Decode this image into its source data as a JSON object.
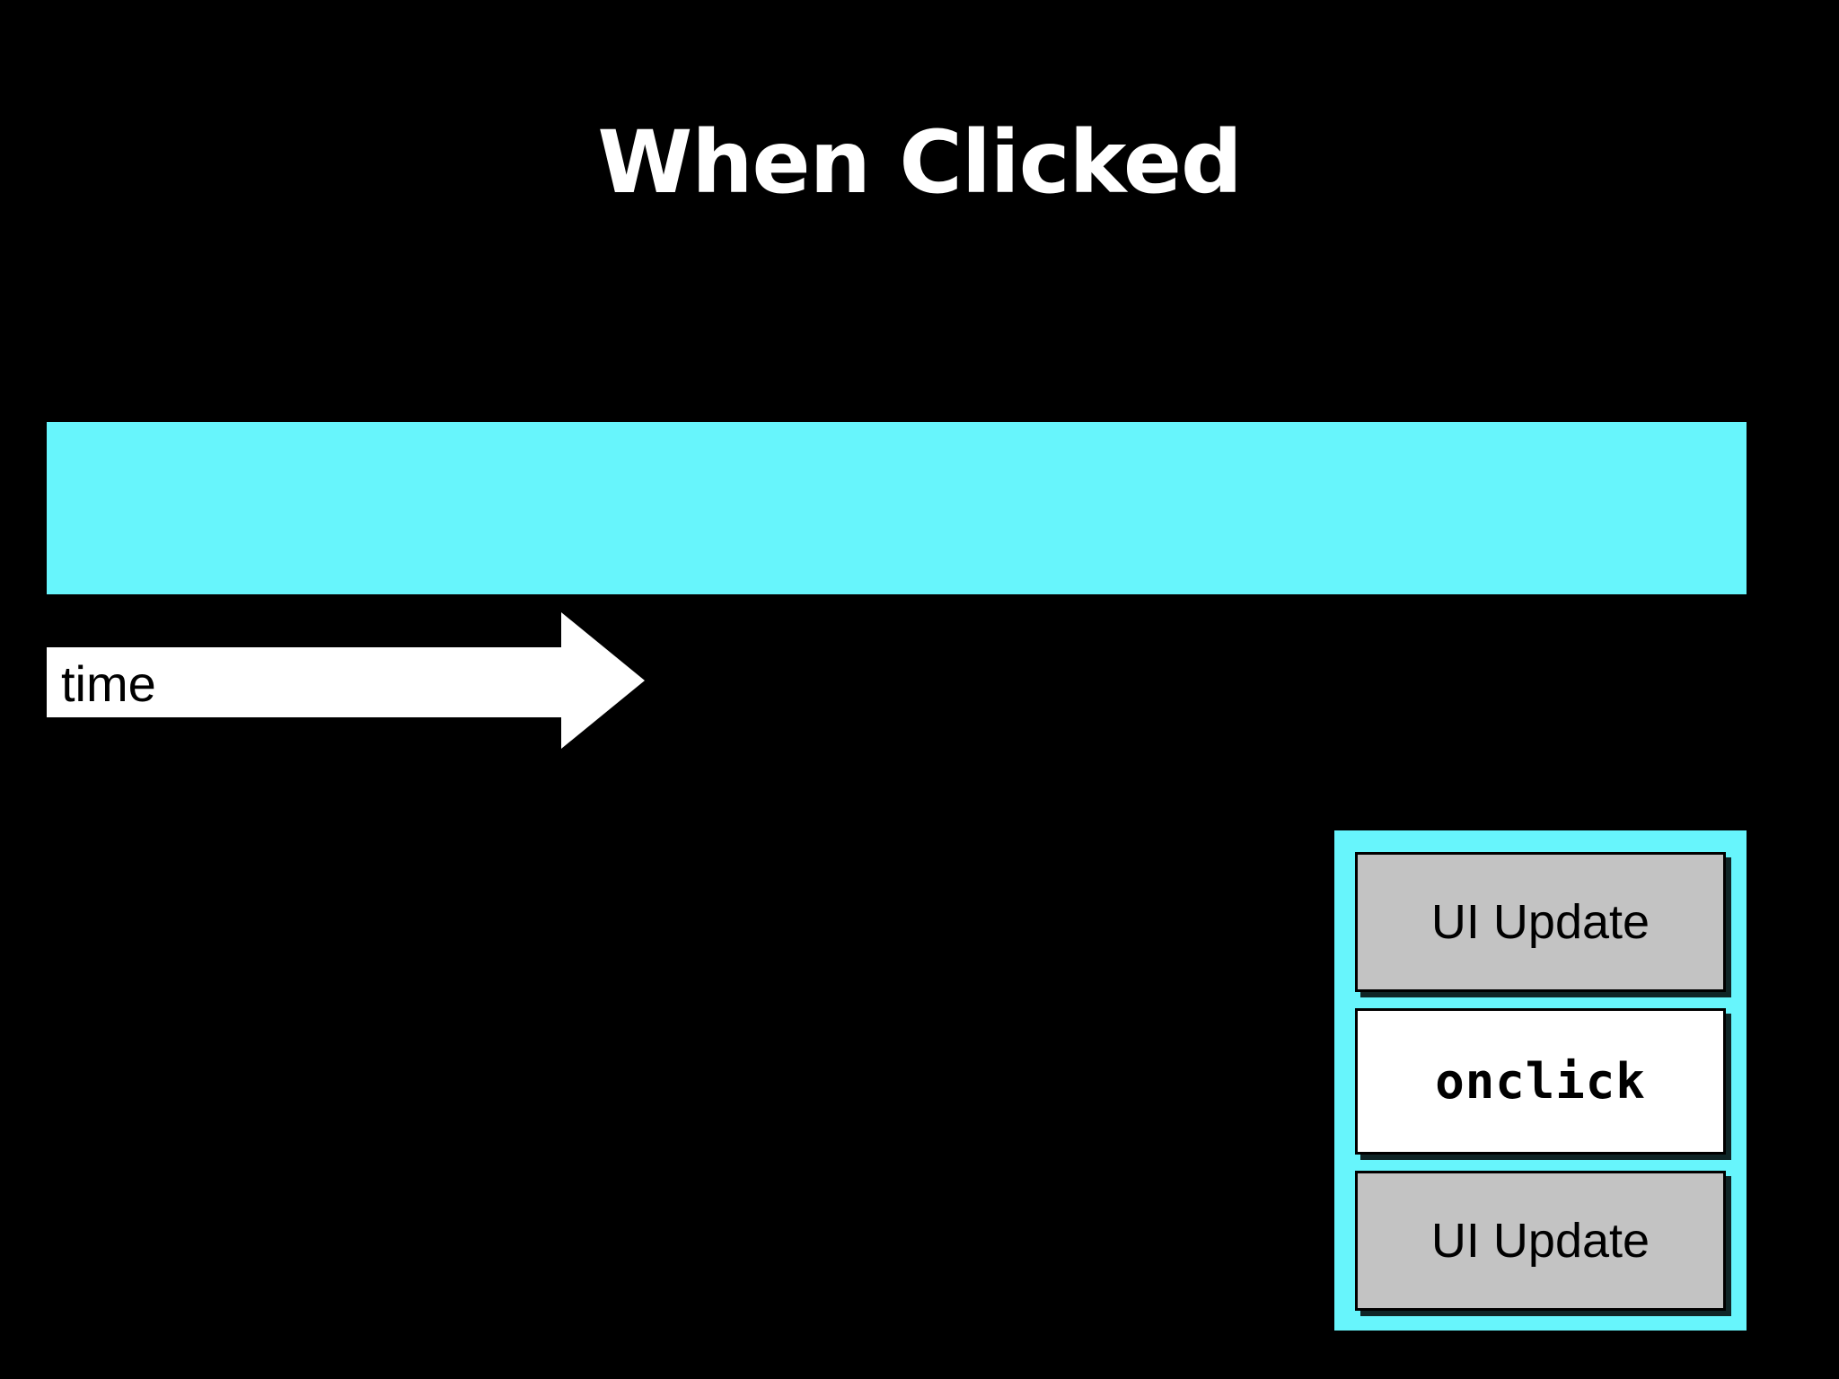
{
  "slide": {
    "title": "When Clicked",
    "background_color": "#000000",
    "accent_color": "#67f5fc"
  },
  "timeline": {
    "bar_label": "",
    "bar_color": "#67f5fc"
  },
  "time_axis": {
    "label": "time",
    "arrow_color": "#ffffff",
    "direction": "right"
  },
  "event_stack": {
    "container_color": "#67f5fc",
    "boxes": [
      {
        "label": "UI Update",
        "kind": "ui-update",
        "fill": "#c3c3c3"
      },
      {
        "label": "onclick",
        "kind": "handler",
        "fill": "#ffffff"
      },
      {
        "label": "UI Update",
        "kind": "ui-update",
        "fill": "#c3c3c3"
      }
    ]
  }
}
